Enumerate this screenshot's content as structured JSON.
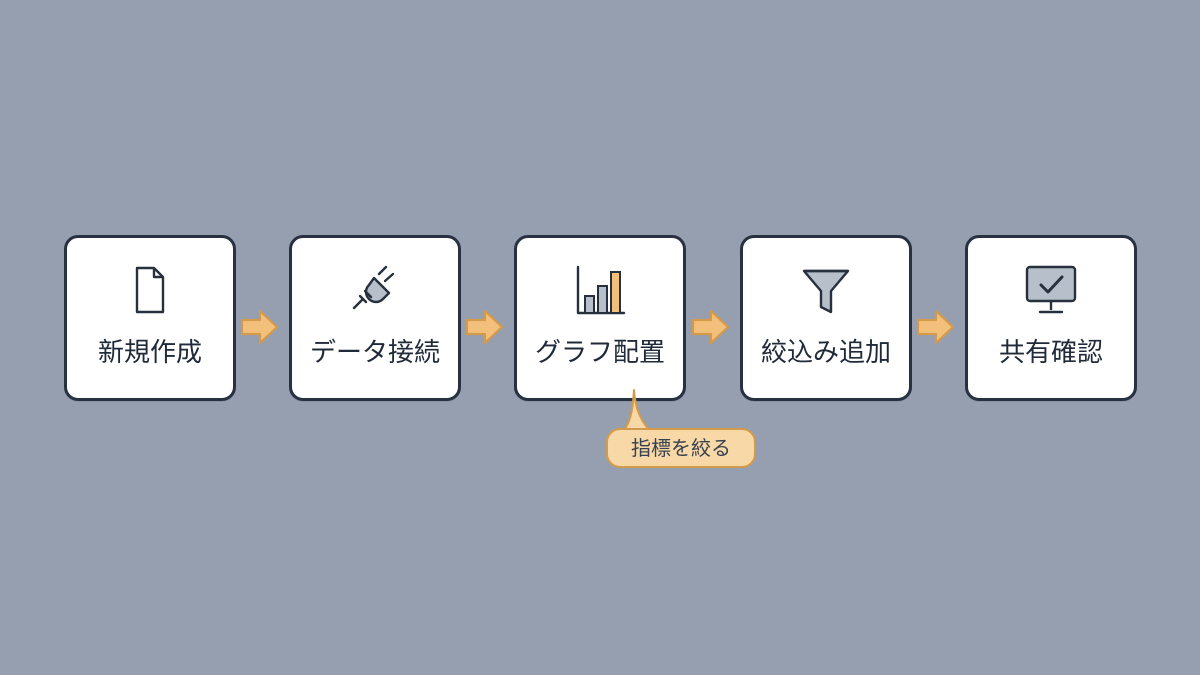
{
  "flow": {
    "steps": [
      {
        "label": "新規作成",
        "icon": "document-icon"
      },
      {
        "label": "データ接続",
        "icon": "plug-icon"
      },
      {
        "label": "グラフ配置",
        "icon": "bar-chart-icon"
      },
      {
        "label": "絞込み追加",
        "icon": "funnel-icon"
      },
      {
        "label": "共有確認",
        "icon": "monitor-check-icon"
      }
    ],
    "connector": "arrow-right-icon"
  },
  "callout": {
    "text": "指標を絞る",
    "attached_to": "グラフ配置"
  },
  "colors": {
    "background": "#959fb0",
    "box_fill": "#ffffff",
    "box_border": "#273142",
    "accent": "#f3c07c",
    "accent_border": "#d49a4b",
    "callout_fill": "#f8d8a6"
  }
}
